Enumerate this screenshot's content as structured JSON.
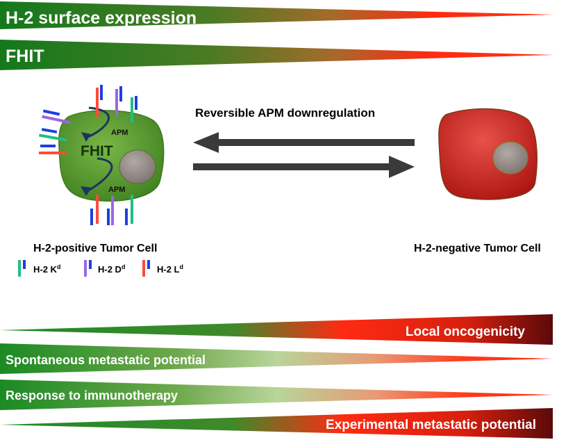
{
  "gradient_bars": {
    "h2_surface_expression": "H-2 surface expression",
    "fhit": "FHIT",
    "local_oncogenicity": "Local oncogenicity",
    "spontaneous_metastatic_potential": "Spontaneous metastatic potential",
    "response_to_immunotherapy": "Response to immunotherapy",
    "experimental_metastatic_potential": "Experimental metastatic potential"
  },
  "cells": {
    "positive_label": "H-2-positive Tumor Cell",
    "negative_label": "H-2-negative Tumor Cell",
    "fhit_label": "FHIT",
    "apm_top": "APM",
    "apm_bottom": "APM"
  },
  "arrows": {
    "label": "Reversible APM downregulation"
  },
  "legend": {
    "kd": "H-2 K",
    "kd_sup": "d",
    "dd": "H-2 D",
    "dd_sup": "d",
    "ld": "H-2 L",
    "ld_sup": "d"
  },
  "colors": {
    "green": "#1e8a1e",
    "red": "#ff2a10",
    "dark_red": "#6a0c0c",
    "light_green": "#a8cf86",
    "cell_positive": "#5fa033",
    "cell_negative": "#d62a22",
    "arrow": "#3a3a3a",
    "kd_bar": "#1fbf82",
    "dd_bar": "#9966e8",
    "ld_bar": "#ff4a3a",
    "legend_blue": "#1f3fe0"
  }
}
